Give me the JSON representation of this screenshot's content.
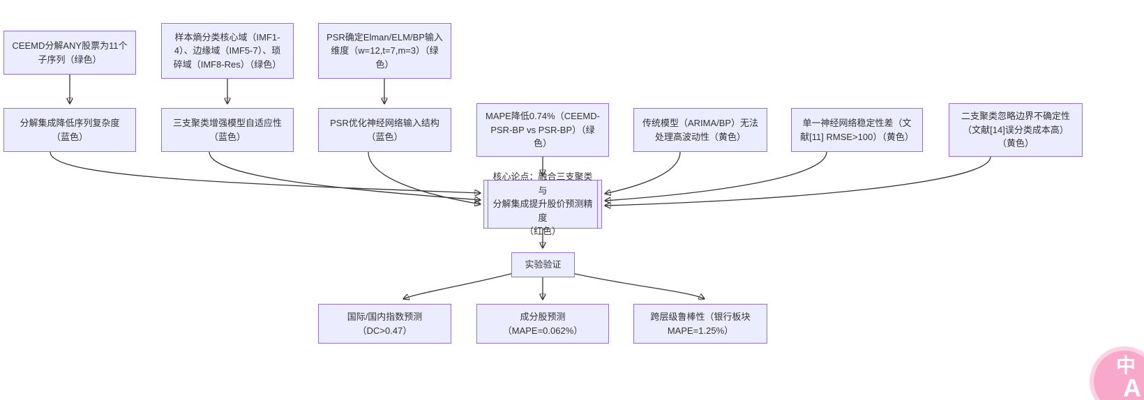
{
  "diagram": {
    "background": "#ffffff",
    "colors": {
      "node_fill": "#ECECFF",
      "node_border": "#9370DB",
      "edge": "#333333",
      "text": "#333333",
      "badge_background": "#f8a9c9"
    },
    "nodes": {
      "top1": {
        "label": "CEEMD分解ANY股票为11个\n子序列（绿色）"
      },
      "top2": {
        "label": "样本熵分类核心域（IMF1-\n4）、边缘域（IMF5-7）、琐\n碎域（IMF8-Res）（绿色）"
      },
      "top3": {
        "label": "PSR确定Elman/ELM/BP输入\n维度（w=12,t=7,m=3）（绿\n色）"
      },
      "mid1": {
        "label": "分解集成降低序列复杂度\n（蓝色）"
      },
      "mid2": {
        "label": "三支聚类增强模型自适应性\n（蓝色）"
      },
      "mid3": {
        "label": "PSR优化神经网络输入结构\n（蓝色）"
      },
      "mid4": {
        "label": "MAPE降低0.74%（CEEMD-\nPSR-BP vs PSR-BP）（绿\n色）"
      },
      "mid5": {
        "label": "传统模型（ARIMA/BP）无法\n处理高波动性（黄色）"
      },
      "mid6": {
        "label": "单一神经网络稳定性差（文\n献[11] RMSE>100）（黄色）"
      },
      "mid7": {
        "label": "二支聚类忽略边界不确定性\n（文献[14]误分类成本高）\n（黄色）"
      },
      "core": {
        "label": "核心论点：融合三支聚类与\n分解集成提升股价预测精度\n（红色）"
      },
      "exp": {
        "label": "实验验证"
      },
      "out1": {
        "label": "国际/国内指数预测\n（DC>0.47）"
      },
      "out2": {
        "label": "成分股预测\n（MAPE=0.062%）"
      },
      "out3": {
        "label": "跨层级鲁棒性（银行板块\nMAPE=1.25%）"
      }
    },
    "edges": [
      {
        "from": "top1",
        "to": "mid1"
      },
      {
        "from": "top2",
        "to": "mid2"
      },
      {
        "from": "top3",
        "to": "mid3"
      },
      {
        "from": "mid1",
        "to": "core"
      },
      {
        "from": "mid2",
        "to": "core"
      },
      {
        "from": "mid3",
        "to": "core"
      },
      {
        "from": "mid4",
        "to": "core"
      },
      {
        "from": "mid5",
        "to": "core"
      },
      {
        "from": "mid6",
        "to": "core"
      },
      {
        "from": "mid7",
        "to": "core"
      },
      {
        "from": "core",
        "to": "exp"
      },
      {
        "from": "exp",
        "to": "out1"
      },
      {
        "from": "exp",
        "to": "out2"
      },
      {
        "from": "exp",
        "to": "out3"
      }
    ],
    "badge": {
      "char_cn": "中",
      "char_en": "A"
    }
  }
}
